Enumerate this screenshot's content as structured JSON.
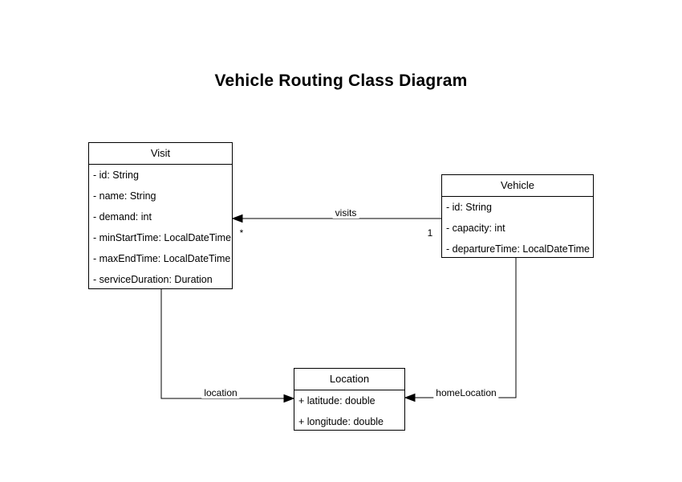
{
  "diagram": {
    "title": "Vehicle Routing Class Diagram",
    "classes": [
      {
        "name": "Visit",
        "attributes": [
          "- id: String",
          "- name: String",
          "- demand: int",
          "- minStartTime: LocalDateTime",
          "- maxEndTime: LocalDateTime",
          "- serviceDuration: Duration"
        ]
      },
      {
        "name": "Vehicle",
        "attributes": [
          "- id: String",
          "- capacity: int",
          "- departureTime: LocalDateTime"
        ]
      },
      {
        "name": "Location",
        "attributes": [
          "+ latitude: double",
          "+ longitude: double"
        ]
      }
    ],
    "associations": [
      {
        "label": "visits",
        "from": "Vehicle",
        "to": "Visit",
        "from_multiplicity": "1",
        "to_multiplicity": "*"
      },
      {
        "label": "location",
        "from": "Visit",
        "to": "Location"
      },
      {
        "label": "homeLocation",
        "from": "Vehicle",
        "to": "Location"
      }
    ],
    "colors": {
      "stroke": "#000000",
      "text": "#000000",
      "shape_fill": "#ffffff",
      "background": "#ffffff"
    }
  }
}
